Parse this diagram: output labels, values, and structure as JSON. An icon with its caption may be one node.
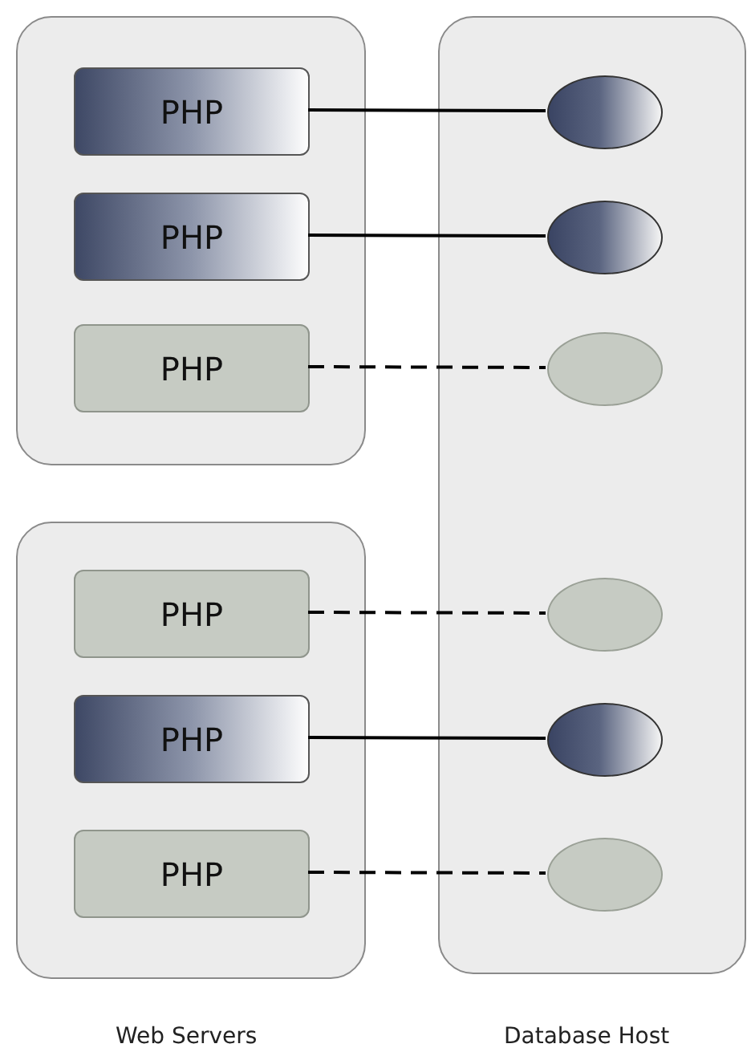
{
  "diagram": {
    "nodes": [
      {
        "text": [],
        "shape": "box"
      },
      {
        "text": [
          "PHP"
        ],
        "in": 0
      },
      {
        "text": [
          "PHP"
        ],
        "in": 0
      },
      {
        "text": [
          "PHP"
        ],
        "in": 0
      },
      {
        "text": [],
        "shape": "box"
      },
      {
        "text": [
          "PHP"
        ],
        "in": 4
      },
      {
        "text": [
          "PHP"
        ],
        "in": 4
      },
      {
        "text": [
          "PHP"
        ],
        "in": 4
      },
      {
        "text": [],
        "shape": "box"
      },
      {
        "text": [],
        "shape": "circle",
        "in": 8
      },
      {
        "text": [],
        "shape": "circle",
        "in": 8
      },
      {
        "text": [],
        "shape": "circle",
        "in": 8
      },
      {
        "text": [],
        "shape": "circle",
        "in": 8
      },
      {
        "text": [],
        "shape": "circle",
        "in": 8
      },
      {
        "text": [],
        "shape": "circle",
        "in": 8
      }
    ],
    "edges": [
      {
        "from": 1,
        "to": 9,
        "arrow": "none"
      },
      {
        "from": 2,
        "to": 10,
        "arrow": "none"
      },
      {
        "from": 3,
        "to": 11,
        "arrow": "none",
        "style": "dashed"
      },
      {
        "from": 5,
        "to": 12,
        "arrow": "none",
        "style": "dashed"
      },
      {
        "from": 6,
        "to": 13,
        "arrow": "none"
      },
      {
        "from": 7,
        "to": 14,
        "arrow": "none",
        "style": "dashed"
      }
    ],
    "labels": [
      "Web Servers",
      "Database Host"
    ]
  }
}
